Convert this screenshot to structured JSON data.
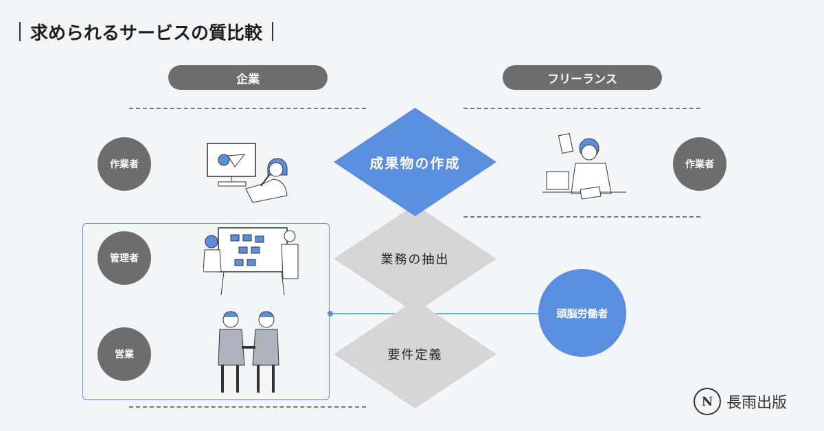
{
  "title": "求められるサービスの質比較",
  "columns": {
    "company": "企業",
    "freelance": "フリーランス"
  },
  "roles": {
    "worker_company": "作業者",
    "manager": "管理者",
    "sales": "営業",
    "worker_freelance": "作業者",
    "knowledge_worker": "頭脳労働者"
  },
  "diamonds": {
    "deliverable": "成果物の作成",
    "extraction": "業務の抽出",
    "requirements": "要件定義"
  },
  "logo": {
    "mark": "N",
    "text": "長雨出版"
  },
  "colors": {
    "accent_blue": "#5a8fe0",
    "gray": "#6d6d6d",
    "diamond_gray": "#d6d6d6"
  }
}
